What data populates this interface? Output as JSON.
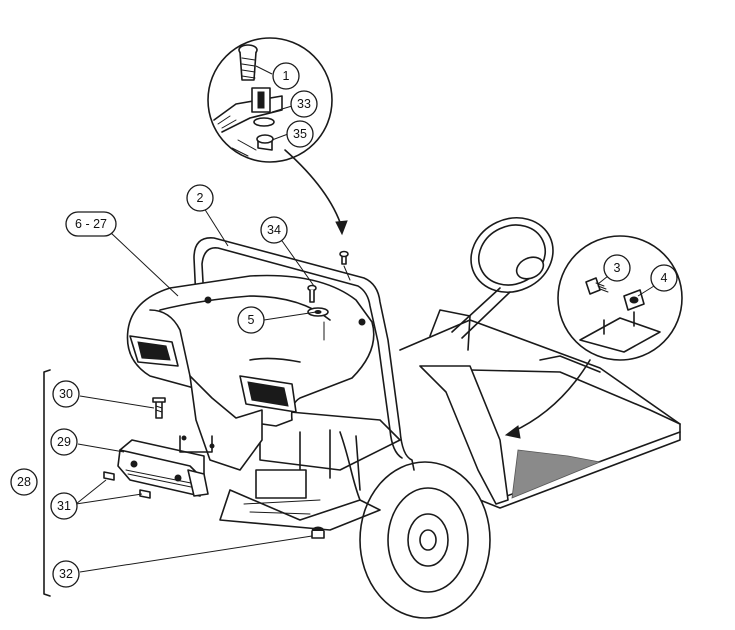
{
  "callouts": {
    "c1": "1",
    "c2": "2",
    "c3": "3",
    "c4": "4",
    "c5": "5",
    "c6_27": "6 - 27",
    "c28": "28",
    "c29": "29",
    "c30": "30",
    "c31": "31",
    "c32": "32",
    "c33": "33",
    "c34": "34",
    "c35": "35"
  }
}
